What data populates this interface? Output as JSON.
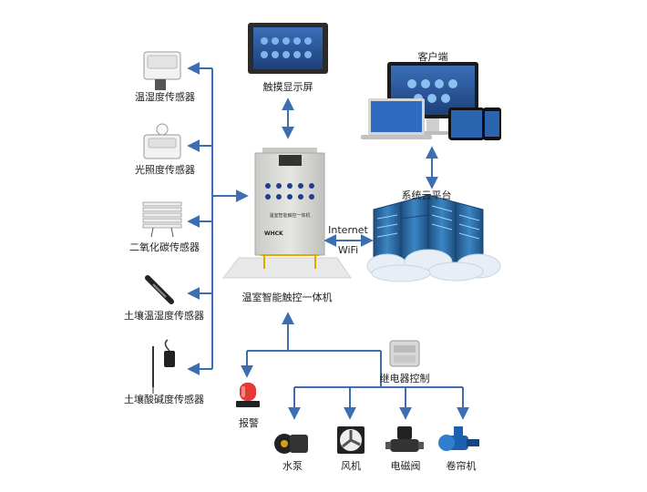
{
  "colors": {
    "line": "#3d6fb0",
    "cabinet": "#d9dbd6",
    "server_blue": "#2f6fa8",
    "cloud": "#e7eef5",
    "alarm_red": "#e53935"
  },
  "sensors": [
    {
      "label": "温湿度传感器",
      "icon": "temp-humidity-sensor-icon"
    },
    {
      "label": "光照度传感器",
      "icon": "light-sensor-icon"
    },
    {
      "label": "二氧化碳传感器",
      "icon": "co2-sensor-icon"
    },
    {
      "label": "土壤温湿度传感器",
      "icon": "soil-moisture-sensor-icon"
    },
    {
      "label": "土壤酸碱度传感器",
      "icon": "soil-ph-sensor-icon"
    }
  ],
  "touchscreen": {
    "label": "触摸显示屏"
  },
  "controller": {
    "label": "温室智能触控一体机",
    "panel_text": "温室智能触控一体机",
    "brand": "WHCK"
  },
  "client": {
    "label": "客户端"
  },
  "cloud": {
    "label": "系统云平台"
  },
  "link": {
    "internet": "Internet",
    "wifi": "WiFi"
  },
  "relay": {
    "label": "继电器控制"
  },
  "alarm": {
    "label": "报警"
  },
  "actuators": [
    {
      "label": "水泵",
      "icon": "water-pump-icon"
    },
    {
      "label": "风机",
      "icon": "fan-icon"
    },
    {
      "label": "电磁阀",
      "icon": "solenoid-valve-icon"
    },
    {
      "label": "卷帘机",
      "icon": "roller-shutter-motor-icon"
    }
  ]
}
